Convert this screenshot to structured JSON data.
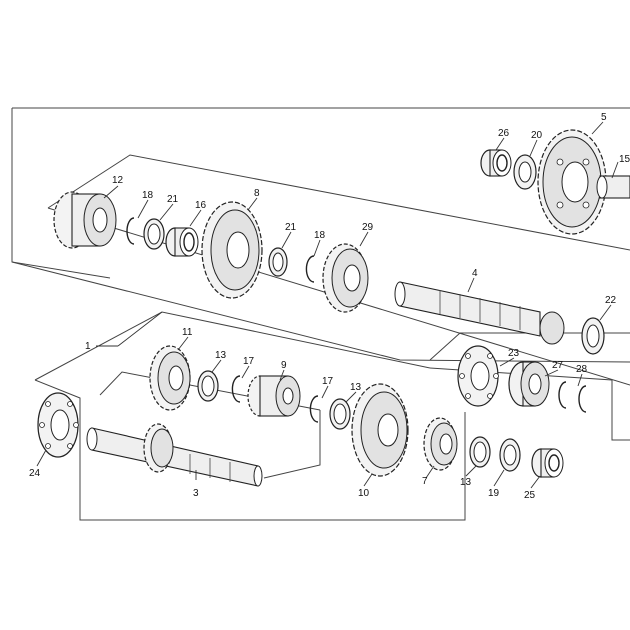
{
  "callouts": {
    "c1": "1",
    "c3": "3",
    "c4": "4",
    "c5": "5",
    "c7": "7",
    "c8": "8",
    "c9": "9",
    "c10": "10",
    "c11": "11",
    "c12": "12",
    "c13a": "13",
    "c13b": "13",
    "c13c": "13",
    "c15": "15",
    "c16": "16",
    "c17a": "17",
    "c17b": "17",
    "c18a": "18",
    "c18b": "18",
    "c19": "19",
    "c20": "20",
    "c21a": "21",
    "c21b": "21",
    "c22": "22",
    "c23": "23",
    "c24": "24",
    "c25": "25",
    "c26": "26",
    "c27": "27",
    "c28": "28",
    "c29": "29"
  },
  "colors": {
    "line": "#222222",
    "background": "#ffffff",
    "part_fill": "#f3f3f3"
  }
}
